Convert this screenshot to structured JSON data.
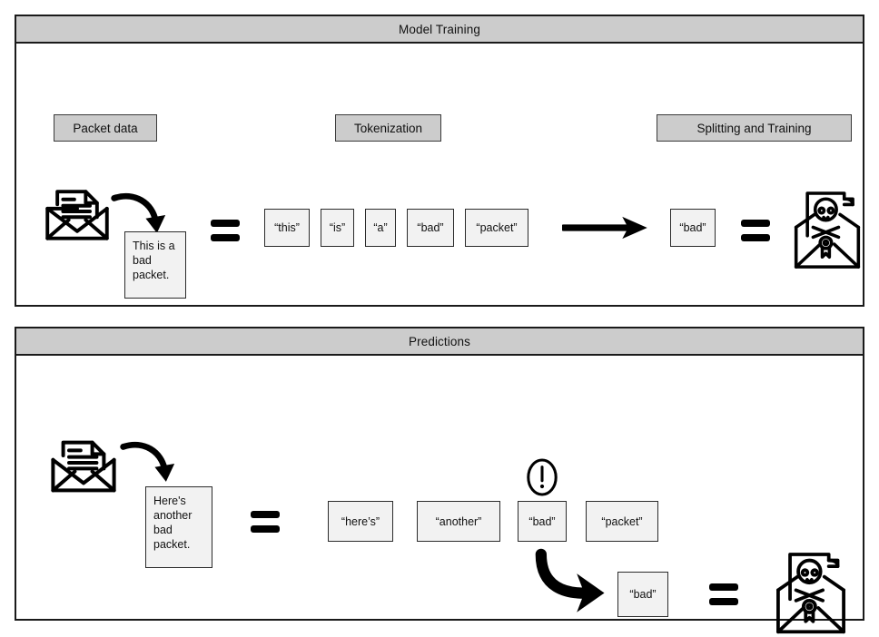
{
  "figure": {
    "panels": [
      {
        "id": "model-training",
        "title": "Model Training",
        "stage_labels": [
          {
            "id": "packet-data",
            "text": "Packet data"
          },
          {
            "id": "tokenization",
            "text": "Tokenization"
          },
          {
            "id": "splitting-and-training",
            "text": "Splitting and Training"
          }
        ],
        "source_note": "This is a\nbad\npacket.",
        "tokens": [
          "“this”",
          "“is”",
          "“a”",
          "“bad”",
          "“packet”"
        ],
        "selected_token": "“bad”",
        "icons": {
          "mail_document": "open-envelope-document-icon",
          "curved_arrow": "curved-arrow-icon",
          "straight_arrow": "straight-arrow-icon",
          "malicious_mail": "malicious-envelope-skull-icon"
        },
        "equals_glyph": "equals-sign"
      },
      {
        "id": "predictions",
        "title": "Predictions",
        "stage_labels": [],
        "source_note": "Here's\nanother\nbad\npacket.",
        "tokens": [
          "“here’s”",
          "“another”",
          "“bad”",
          "“packet”"
        ],
        "flagged_token": "“bad”",
        "selected_token": "“bad”",
        "icons": {
          "mail_document": "open-envelope-document-icon",
          "curved_arrow": "curved-arrow-icon",
          "alert": "exclamation-circle-icon",
          "result_arrow": "curved-down-right-arrow-icon",
          "malicious_mail": "malicious-envelope-skull-icon"
        },
        "equals_glyph": "equals-sign"
      }
    ]
  },
  "colors": {
    "header_fill": "#cccccc",
    "panel_border": "#1a1a1a",
    "box_fill": "#f2f2f2",
    "box_border": "#2b2b2b",
    "ink": "#000000"
  }
}
